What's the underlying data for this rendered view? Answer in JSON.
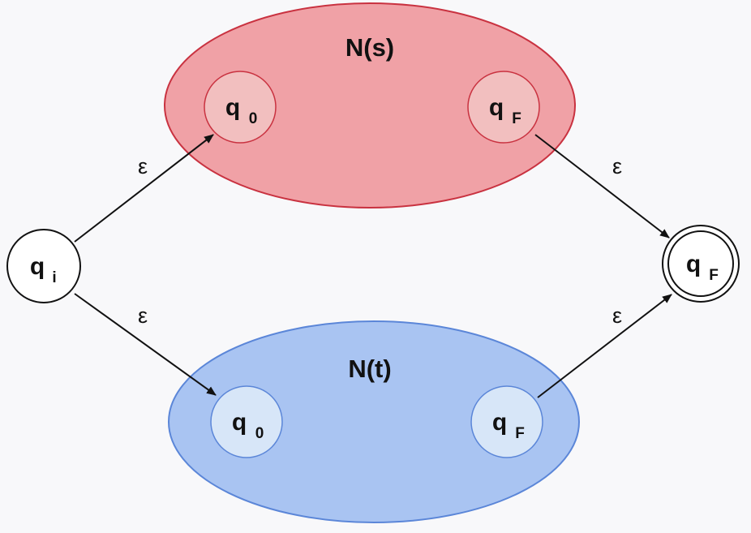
{
  "colors": {
    "background": "#f8f8fa",
    "top_block_fill": "#f0a1a6",
    "top_block_stroke": "#c93240",
    "top_state_fill": "#f2bfbf",
    "top_state_stroke": "#c93240",
    "bottom_block_fill": "#a9c4f2",
    "bottom_block_stroke": "#5b86d8",
    "bottom_state_fill": "#d7e6f8",
    "bottom_state_stroke": "#5b86d8",
    "ink": "#111111"
  },
  "blocks": {
    "top": {
      "title": "N(s)",
      "start_state": {
        "main": "q",
        "sub": "0"
      },
      "final_state": {
        "main": "q",
        "sub": "F"
      }
    },
    "bottom": {
      "title": "N(t)",
      "start_state": {
        "main": "q",
        "sub": "0"
      },
      "final_state": {
        "main": "q",
        "sub": "F"
      }
    }
  },
  "outer": {
    "initial_state": {
      "main": "q",
      "sub": "i"
    },
    "accept_state": {
      "main": "q",
      "sub": "F"
    }
  },
  "transitions": {
    "initial_to_top": "ε",
    "initial_to_bottom": "ε",
    "top_to_accept": "ε",
    "bottom_to_accept": "ε"
  }
}
